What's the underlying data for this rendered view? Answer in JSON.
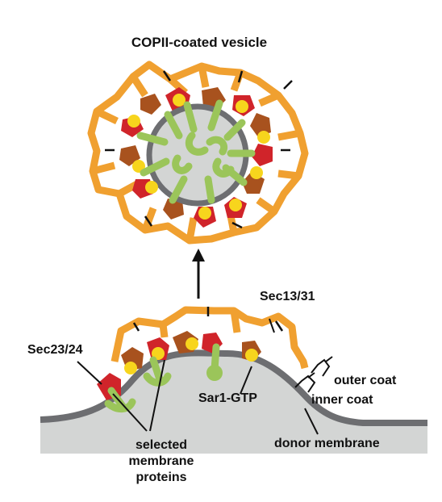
{
  "title": "COPII-coated vesicle",
  "labels": {
    "sec13_31": "Sec13/31",
    "sec23_24": "Sec23/24",
    "outer_coat": "outer coat",
    "inner_coat": "inner coat",
    "sar1_gtp": "Sar1-GTP",
    "donor_membrane": "donor membrane",
    "selected_membrane_proteins": [
      "selected",
      "membrane",
      "proteins"
    ]
  },
  "colors": {
    "outer_coat": "#f0a030",
    "sec23": "#d0242a",
    "sec24": "#a8521e",
    "sar1": "#f7d51d",
    "cargo": "#9bc55a",
    "membrane": "#6d6e71",
    "lumen": "#d3d5d4"
  }
}
